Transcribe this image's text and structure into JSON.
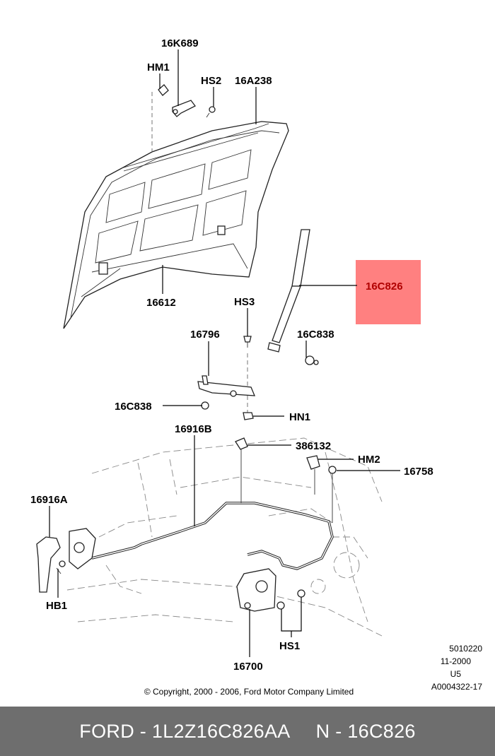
{
  "labels": {
    "l_16K689": "16K689",
    "l_HM1": "HM1",
    "l_HS2": "HS2",
    "l_16A238": "16A238",
    "l_16612": "16612",
    "l_16C826": "16C826",
    "l_HS3": "HS3",
    "l_16796": "16796",
    "l_16C838_a": "16C838",
    "l_16C838_b": "16C838",
    "l_HN1": "HN1",
    "l_16916B": "16916B",
    "l_386132": "386132",
    "l_HM2": "HM2",
    "l_16758": "16758",
    "l_16916A": "16916A",
    "l_HB1": "HB1",
    "l_16700": "16700",
    "l_HS1": "HS1"
  },
  "highlight": {
    "part": "16C826",
    "color": "#ff8080"
  },
  "reference": {
    "line1": "5010220",
    "line2": "11-2000",
    "line3": "U5",
    "line4": "A0004322-17"
  },
  "copyright": "© Copyright, 2000 - 2006, Ford Motor Company Limited",
  "footer": {
    "part_number": "FORD - 1L2Z16C826AA",
    "base_number": "N - 16C826"
  }
}
